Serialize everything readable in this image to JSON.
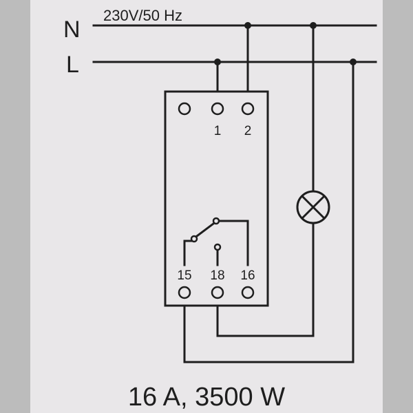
{
  "rails": {
    "n_label": "N",
    "l_label": "L",
    "supply_label": "230V/50 Hz"
  },
  "device": {
    "top_terminals": [
      "",
      "1",
      "2"
    ],
    "bottom_terminals": [
      "15",
      "18",
      "16"
    ]
  },
  "rating": {
    "text": "16 A, 3500 W"
  },
  "colors": {
    "panel": "#e9e7e9",
    "line": "#1e1e1e",
    "background": "#bcbcbc"
  },
  "icons": {
    "lamp": "lamp-cross-circle-icon",
    "relay_contact": "changeover-contact-icon"
  }
}
